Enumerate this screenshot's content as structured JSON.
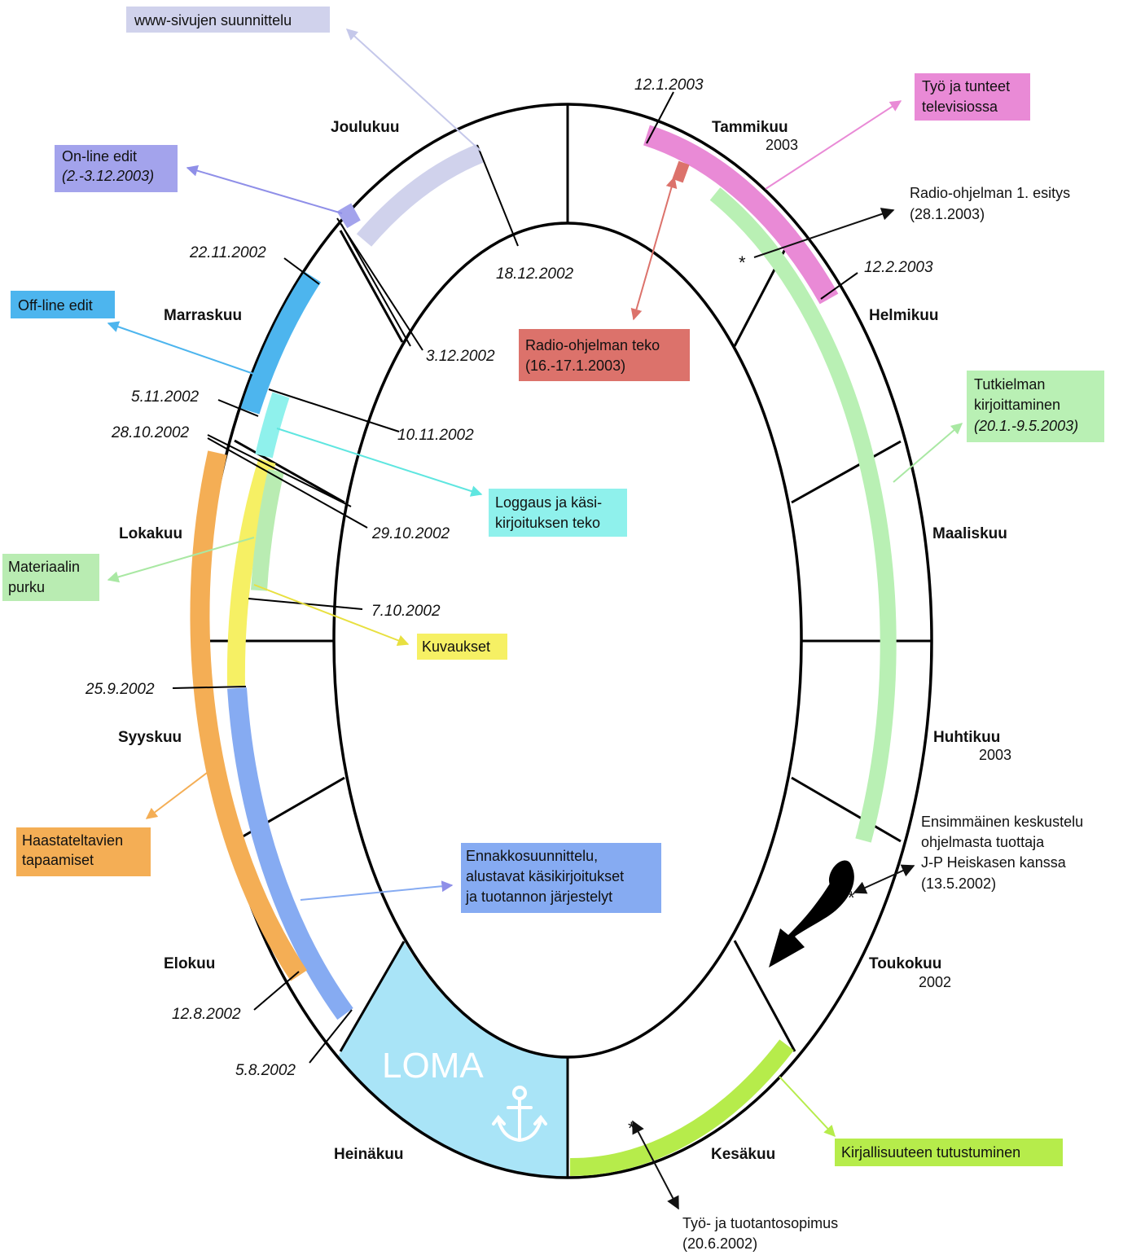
{
  "months": {
    "joulukuu": "Joulukuu",
    "tammikuu": "Tammikuu",
    "tammikuu_year": "2003",
    "helmikuu": "Helmikuu",
    "maaliskuu": "Maaliskuu",
    "huhtikuu": "Huhtikuu",
    "huhtikuu_year": "2003",
    "toukokuu": "Toukokuu",
    "toukokuu_year": "2002",
    "kesakuu": "Kesäkuu",
    "heinakuu": "Heinäkuu",
    "elokuu": "Elokuu",
    "syyskuu": "Syyskuu",
    "lokakuu": "Lokakuu",
    "marraskuu": "Marraskuu"
  },
  "dates": {
    "d_12_1_2003": "12.1.2003",
    "d_12_2_2003": "12.2.2003",
    "d_18_12_2002": "18.12.2002",
    "d_3_12_2002": "3.12.2002",
    "d_22_11_2002": "22.11.2002",
    "d_10_11_2002": "10.11.2002",
    "d_5_11_2002": "5.11.2002",
    "d_28_10_2002": "28.10.2002",
    "d_29_10_2002": "29.10.2002",
    "d_7_10_2002": "7.10.2002",
    "d_25_9_2002": "25.9.2002",
    "d_12_8_2002": "12.8.2002",
    "d_5_8_2002": "5.8.2002"
  },
  "boxes": {
    "www": "www-sivujen suunnittelu",
    "online_1": "On-line edit",
    "online_2": "(2.-3.12.2003)",
    "offline": "Off-line edit",
    "tyo_1": "Työ ja tunteet",
    "tyo_2": "televisiossa",
    "radio_teko_1": "Radio-ohjelman teko",
    "radio_teko_2": "(16.-17.1.2003)",
    "tutkielma_1": "Tutkielman",
    "tutkielma_2": "kirjoittaminen",
    "tutkielma_3": "(20.1.-9.5.2003)",
    "loggaus_1": "Loggaus ja käsi-",
    "loggaus_2": "kirjoituksen teko",
    "materiaalin_1": "Materiaalin",
    "materiaalin_2": "purku",
    "kuvaukset": "Kuvaukset",
    "haastateltavien_1": "Haastateltavien",
    "haastateltavien_2": "tapaamiset",
    "ennakko_1": "Ennakkosuunnittelu,",
    "ennakko_2": "alustavat käsikirjoitukset",
    "ennakko_3": "ja tuotannon järjestelyt",
    "kirjallisuus": "Kirjallisuuteen tutustuminen",
    "loma": "LOMA"
  },
  "notes": {
    "radio_esitys_1": "Radio-ohjelman 1. esitys",
    "radio_esitys_2": "(28.1.2003)",
    "keskustelu_1": "Ensimmäinen keskustelu",
    "keskustelu_2": "ohjelmasta tuottaja",
    "keskustelu_3": "J-P Heiskasen kanssa",
    "keskustelu_4": "(13.5.2002)",
    "sopimus_1": "Työ- ja tuotantosopimus",
    "sopimus_2": "(20.6.2002)",
    "star": "*"
  },
  "colors": {
    "loma": "#a9e4f7",
    "www": "#d0d2ec",
    "online": "#a3a3ec",
    "offline": "#4db5ee",
    "tyo": "#e98ad6",
    "radio_teko": "#dc726b",
    "tutkielma": "#b9f0b4",
    "loggaus": "#8ff1ec",
    "materiaalin": "#b9ecb2",
    "kuvaukset": "#f6f064",
    "haastateltavien": "#f4ae55",
    "ennakko": "#86abf2",
    "kirjallisuus": "#b6ec4b"
  }
}
